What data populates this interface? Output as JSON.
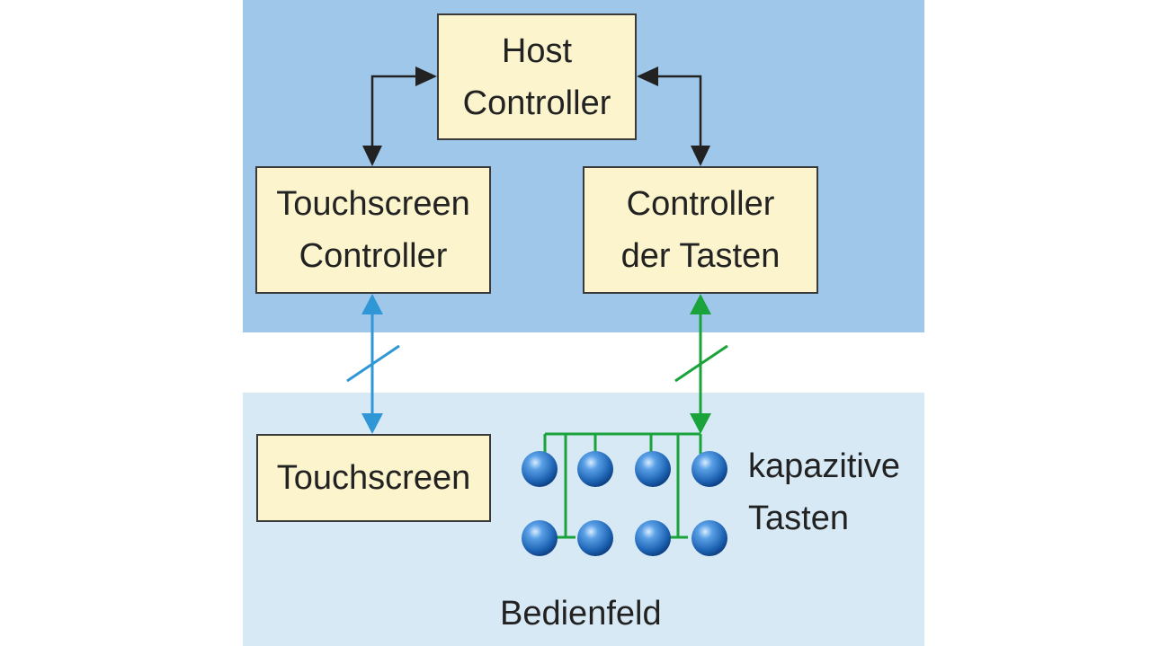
{
  "colors": {
    "panel_top": "#9fc7ea",
    "panel_bottom": "#d7e9f5",
    "box_fill": "#fbf4cd",
    "box_border": "#3a3a3a",
    "arrow_black": "#222222",
    "arrow_blue": "#2f97d6",
    "arrow_green": "#1aa33a",
    "key_blue": "#1e64b4"
  },
  "nodes": {
    "host_controller": {
      "lines": [
        "Host",
        "Controller"
      ]
    },
    "touchscreen_controller": {
      "lines": [
        "Touchscreen",
        "Controller"
      ]
    },
    "key_controller": {
      "lines": [
        "Controller",
        "der Tasten"
      ]
    },
    "touchscreen": {
      "lines": [
        "Touchscreen"
      ]
    }
  },
  "labels": {
    "capacitive_keys": [
      "kapazitive",
      "Tasten"
    ],
    "operating_panel": "Bedienfeld"
  },
  "edges": [
    {
      "from": "host_controller",
      "to": "touchscreen_controller",
      "style": "bidirectional",
      "color": "black"
    },
    {
      "from": "host_controller",
      "to": "key_controller",
      "style": "bidirectional",
      "color": "black"
    },
    {
      "from": "touchscreen_controller",
      "to": "touchscreen",
      "style": "bidirectional-bus",
      "color": "blue"
    },
    {
      "from": "key_controller",
      "to": "capacitive_keys",
      "style": "bidirectional-bus",
      "color": "green"
    }
  ],
  "keys": {
    "rows": 2,
    "cols": 4,
    "icon": "sphere-button-icon"
  }
}
